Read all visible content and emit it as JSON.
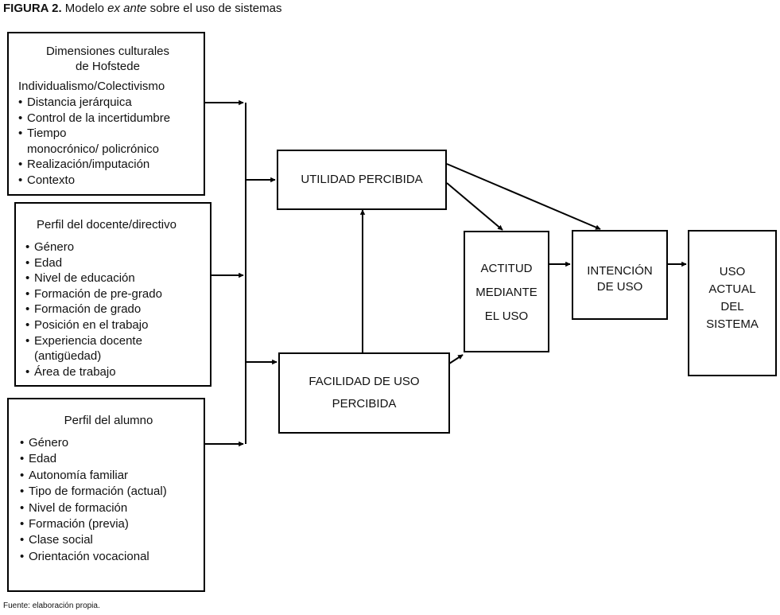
{
  "figure": {
    "label": "FIGURA 2.",
    "title_pre": "Modelo",
    "title_italic": "ex ante",
    "title_post": "sobre el uso de sistemas"
  },
  "boxes": {
    "cultural": {
      "heading_line1": "Dimensiones culturales",
      "heading_line2": "de Hofstede",
      "first_line": "Individualismo/Colectivismo",
      "items": [
        "Distancia jerárquica",
        "Control de la incertidumbre",
        "Tiempo monocrónico/ policrónico",
        "Realización/imputación",
        "Contexto"
      ]
    },
    "docente": {
      "heading": "Perfil del docente/directivo",
      "items": [
        "Género",
        "Edad",
        "Nivel de educación",
        "Formación de pre-grado",
        "Formación de grado",
        "Posición en el trabajo",
        "Experiencia docente (antigüedad)",
        "Área de trabajo"
      ]
    },
    "alumno": {
      "heading": "Perfil del alumno",
      "items": [
        "Género",
        "Edad",
        "Autonomía familiar",
        "Tipo de formación (actual)",
        "Nivel de formación",
        "Formación (previa)",
        "Clase social",
        "Orientación vocacional"
      ]
    }
  },
  "nodes": {
    "utilidad": [
      "UTILIDAD PERCIBIDA"
    ],
    "facilidad": [
      "FACILIDAD DE USO",
      "PERCIBIDA"
    ],
    "actitud": [
      "ACTITUD",
      "MEDIANTE",
      "EL USO"
    ],
    "intencion": [
      "INTENCIÓN",
      "DE USO"
    ],
    "uso": [
      "USO",
      "ACTUAL",
      "DEL",
      "SISTEMA"
    ]
  },
  "source": "Fuente: elaboración propia."
}
